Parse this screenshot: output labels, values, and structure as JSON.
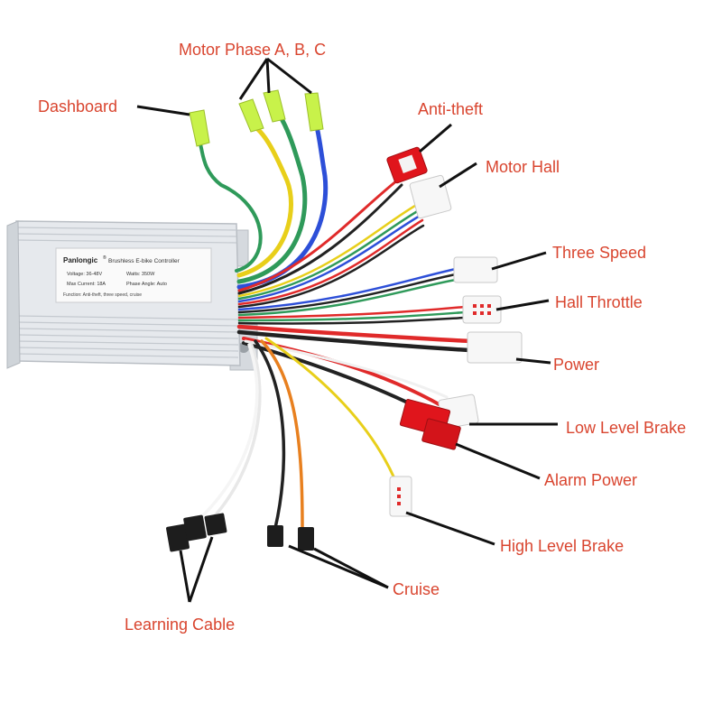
{
  "colors": {
    "label": "#d9452f",
    "leader": "#111111",
    "housing": "#dfe3e8",
    "wire_red": "#e02a2a",
    "wire_black": "#222222",
    "wire_blue": "#2d4fd8",
    "wire_green": "#2f9a5a",
    "wire_yellow": "#e8cf1a",
    "wire_orange": "#e8801f",
    "wire_white": "#f0f0f0",
    "connector_green": "#c8f24a",
    "connector_red": "#e0151c",
    "connector_white": "#f7f7f7"
  },
  "controller": {
    "brand": "Panlongic",
    "trademark": "®",
    "product": "Brushless E-bike Controller",
    "specs": [
      "Voltage: 36-48V",
      "Watts: 350W",
      "Max Current: 18A",
      "Phase Angle: Auto"
    ],
    "function_line": "Function: Anti-theft, three speed, cruise"
  },
  "labels": {
    "motor_phase": "Motor Phase A, B, C",
    "dashboard": "Dashboard",
    "anti_theft": "Anti-theft",
    "motor_hall": "Motor Hall",
    "three_speed": "Three Speed",
    "hall_throttle": "Hall Throttle",
    "power": "Power",
    "low_level_brake": "Low Level Brake",
    "alarm_power": "Alarm Power",
    "high_level_brake": "High Level Brake",
    "cruise": "Cruise",
    "learning_cable": "Learning Cable"
  }
}
